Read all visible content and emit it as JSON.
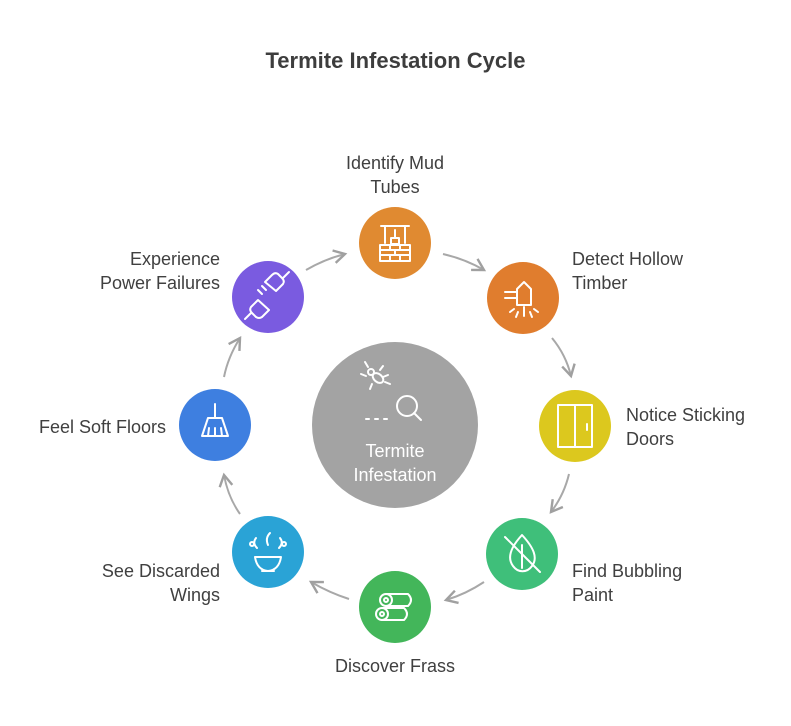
{
  "title": "Termite Infestation Cycle",
  "center": {
    "line1": "Termite",
    "line2": "Infestation",
    "color": "#a3a3a3"
  },
  "steps": [
    {
      "line1": "Identify Mud",
      "line2": "Tubes",
      "color": "#e08a31",
      "icon": "well-icon"
    },
    {
      "line1": "Detect Hollow",
      "line2": "Timber",
      "color": "#e07d2e",
      "icon": "hammer-icon"
    },
    {
      "line1": "Notice Sticking",
      "line2": "Doors",
      "color": "#dcc81e",
      "icon": "door-icon"
    },
    {
      "line1": "Find Bubbling",
      "line2": "Paint",
      "color": "#3fbf7a",
      "icon": "no-paint-icon"
    },
    {
      "line1": "Discover Frass",
      "line2": "",
      "color": "#43b65a",
      "icon": "logs-icon"
    },
    {
      "line1": "See Discarded",
      "line2": "Wings",
      "color": "#2aa3d6",
      "icon": "bowl-icon"
    },
    {
      "line1": "Feel Soft Floors",
      "line2": "",
      "color": "#3e7fe0",
      "icon": "broom-icon"
    },
    {
      "line1": "Experience",
      "line2": "Power Failures",
      "color": "#7a5be0",
      "icon": "plug-icon"
    }
  ]
}
